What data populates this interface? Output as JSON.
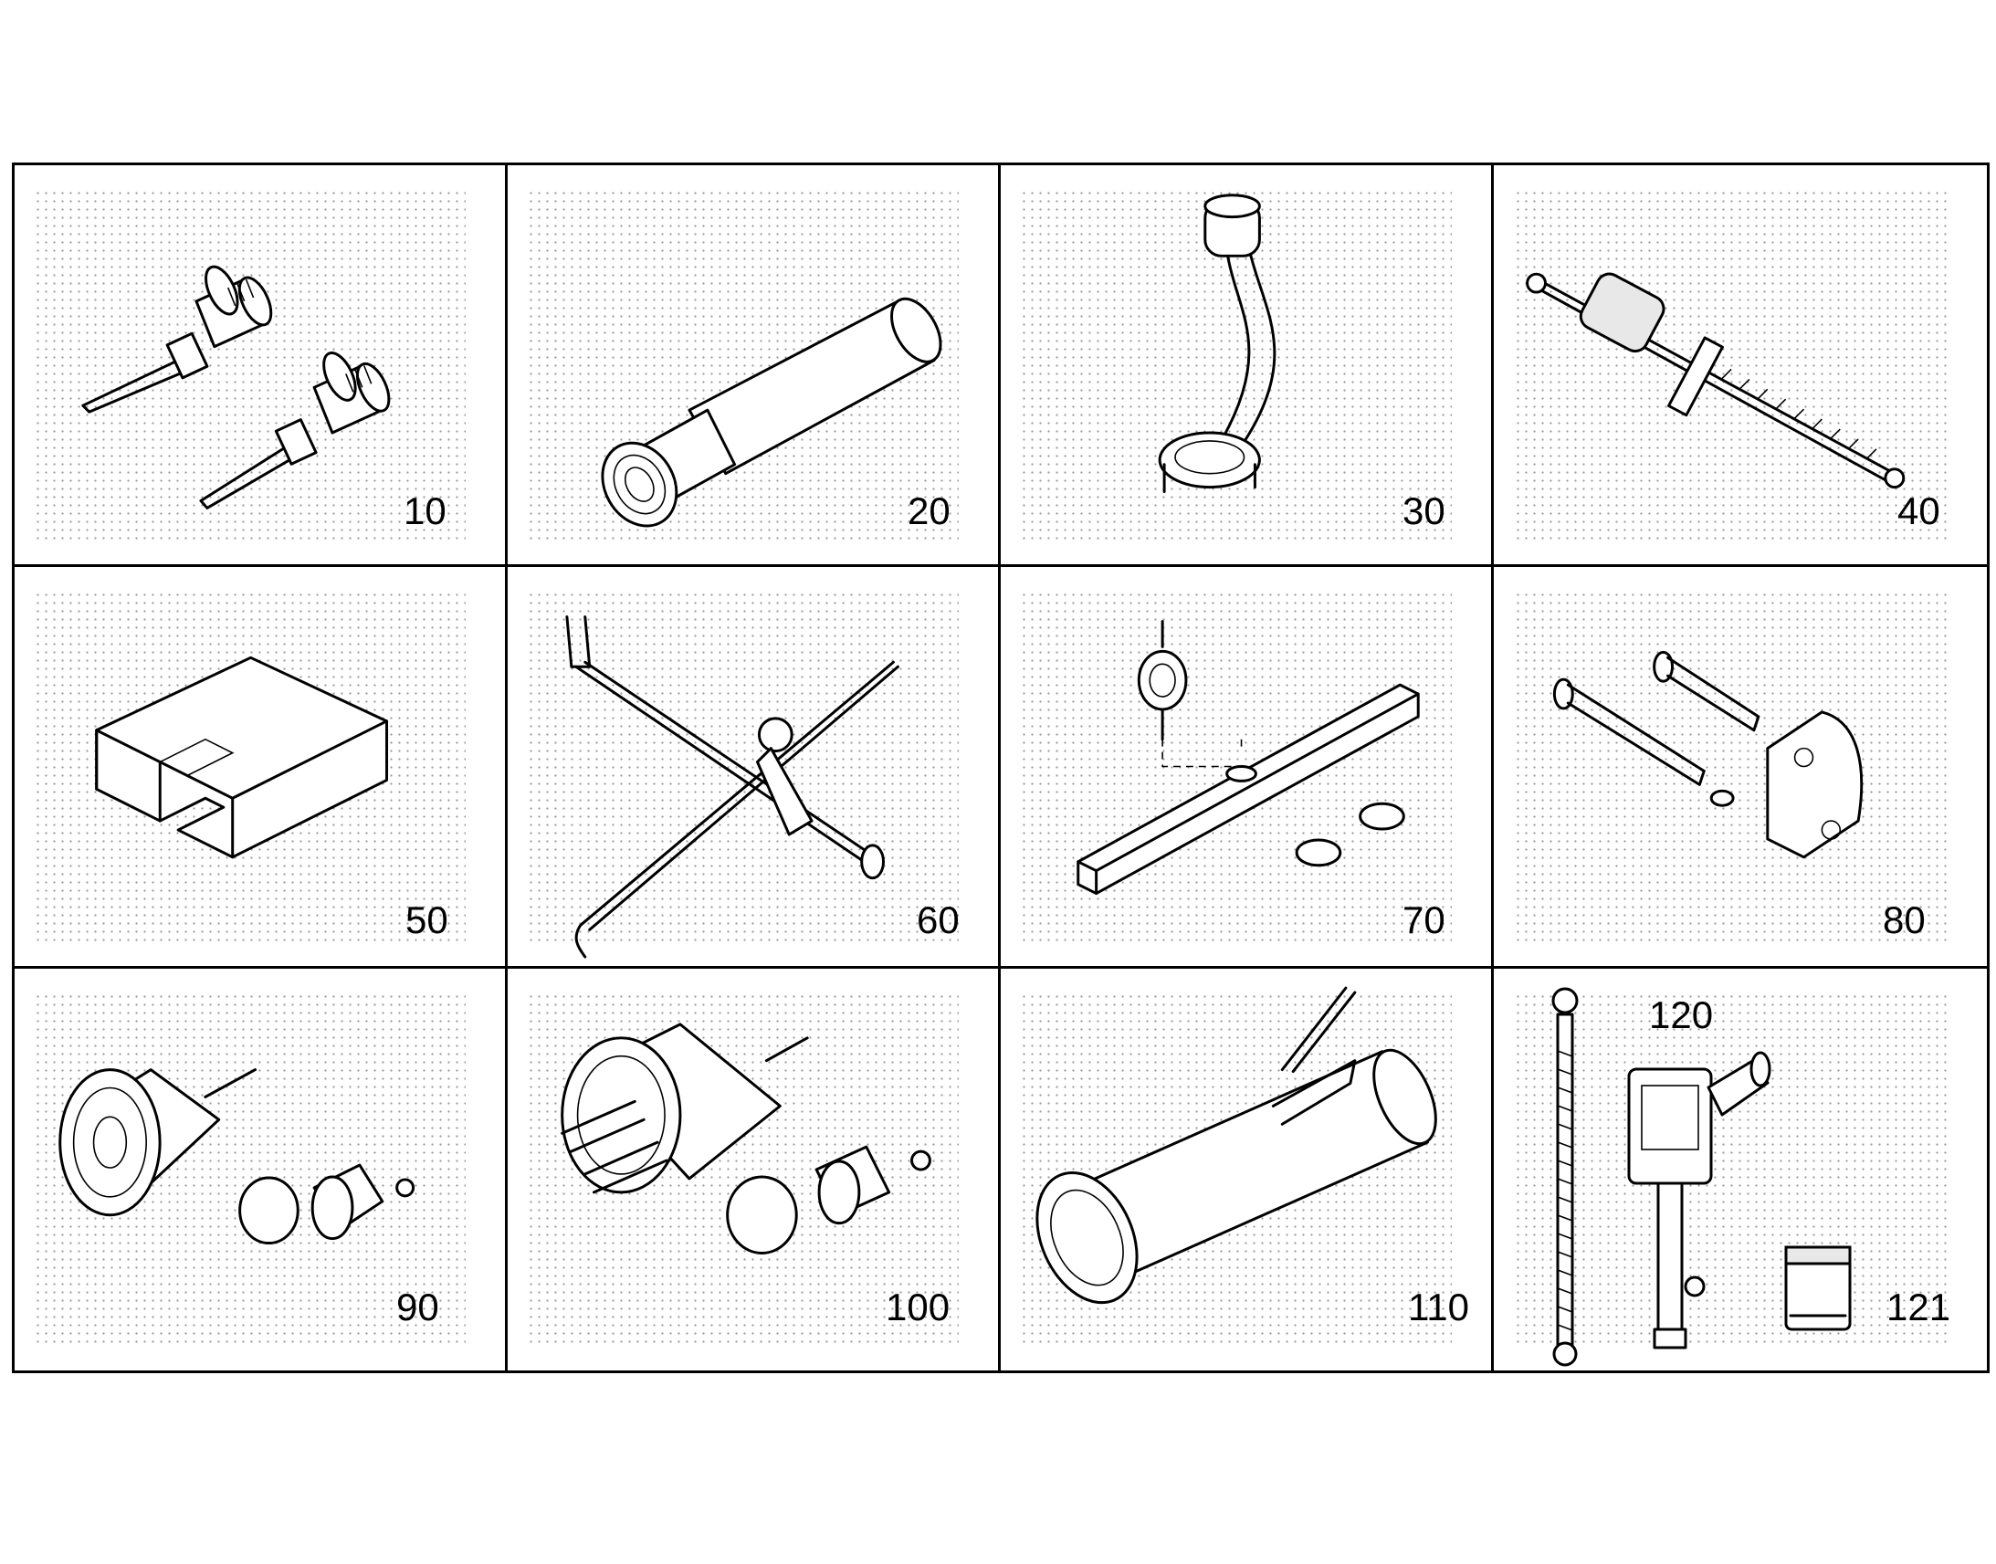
{
  "tools": [
    {
      "id": "tool-10",
      "number": "10",
      "icon": "adjusting-pins-pair-icon"
    },
    {
      "id": "tool-20",
      "number": "20",
      "icon": "socket-adapter-icon"
    },
    {
      "id": "tool-30",
      "number": "30",
      "icon": "offset-ring-wrench-icon"
    },
    {
      "id": "tool-40",
      "number": "40",
      "icon": "slide-hammer-puller-icon"
    },
    {
      "id": "tool-50",
      "number": "50",
      "icon": "u-block-gauge-icon"
    },
    {
      "id": "tool-60",
      "number": "60",
      "icon": "fork-lever-tool-icon"
    },
    {
      "id": "tool-70",
      "number": "70",
      "icon": "dial-indicator-bar-icon"
    },
    {
      "id": "tool-80",
      "number": "80",
      "icon": "bolt-bracket-set-icon"
    },
    {
      "id": "tool-90",
      "number": "90",
      "icon": "puller-cup-small-icon"
    },
    {
      "id": "tool-100",
      "number": "100",
      "icon": "puller-cup-large-icon"
    },
    {
      "id": "tool-110",
      "number": "110",
      "icon": "slotted-socket-sleeve-icon"
    },
    {
      "id": "tool-120",
      "number": "120",
      "icon": "pressure-tester-icon"
    },
    {
      "id": "tool-121",
      "number": "121",
      "icon": "adapter-insert-icon"
    }
  ]
}
